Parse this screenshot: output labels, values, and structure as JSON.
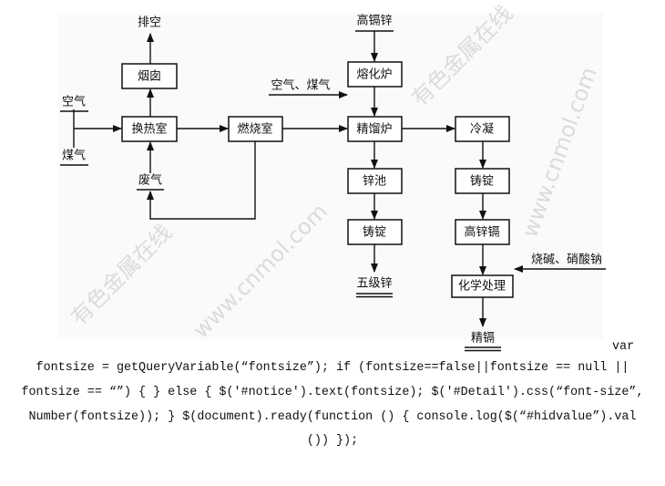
{
  "diagram": {
    "nodes": {
      "chimney": "烟囱",
      "heat_exchanger": "换热室",
      "combustion_chamber": "燃烧室",
      "melting_furnace": "熔化炉",
      "rectifying_furnace": "精馏炉",
      "condensation": "冷凝",
      "zinc_pool": "锌池",
      "ingot_casting_left": "铸锭",
      "ingot_casting_right": "铸锭",
      "high_cadmium_zinc_box": "高锌镉",
      "chemical_treatment": "化学处理"
    },
    "labels": {
      "exhaust": "排空",
      "air": "空气",
      "gas": "煤气",
      "waste_gas": "废气",
      "high_cadmium_zinc_input": "高镉锌",
      "air_and_gas": "空气、煤气",
      "caustic_nitrate": "烧碱、硝酸钠",
      "grade5_zinc": "五级锌",
      "refined_cadmium": "精镉"
    },
    "watermarks": [
      "有色金属在线",
      "www.cnmol.com"
    ]
  },
  "code": {
    "line0": "var",
    "line1": "fontsize = getQueryVariable(“fontsize”); if (fontsize==false||fontsize == null ||",
    "line2": "fontsize == “”) { } else { $('#notice').text(fontsize); $('#Detail').css(“font-size”,",
    "line3": "Number(fontsize)); } $(document).ready(function () { console.log($(“#hidvalue”).val",
    "line4": "()) });"
  }
}
